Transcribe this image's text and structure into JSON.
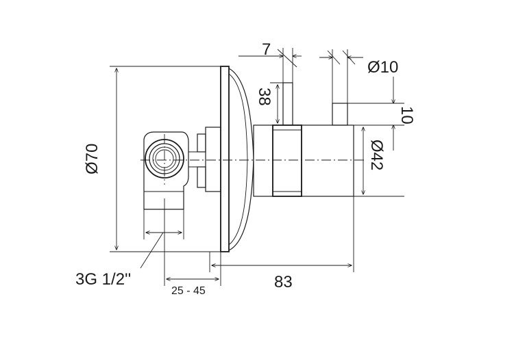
{
  "dimensions": {
    "pin_width": "7",
    "cap_diameter": "Ø10",
    "pin_height": "38",
    "cap_height": "10",
    "body_diameter": "Ø42",
    "plate_diameter": "Ø70",
    "length": "83",
    "connection": "3G 1/2''",
    "depth_range": "25 - 45"
  }
}
